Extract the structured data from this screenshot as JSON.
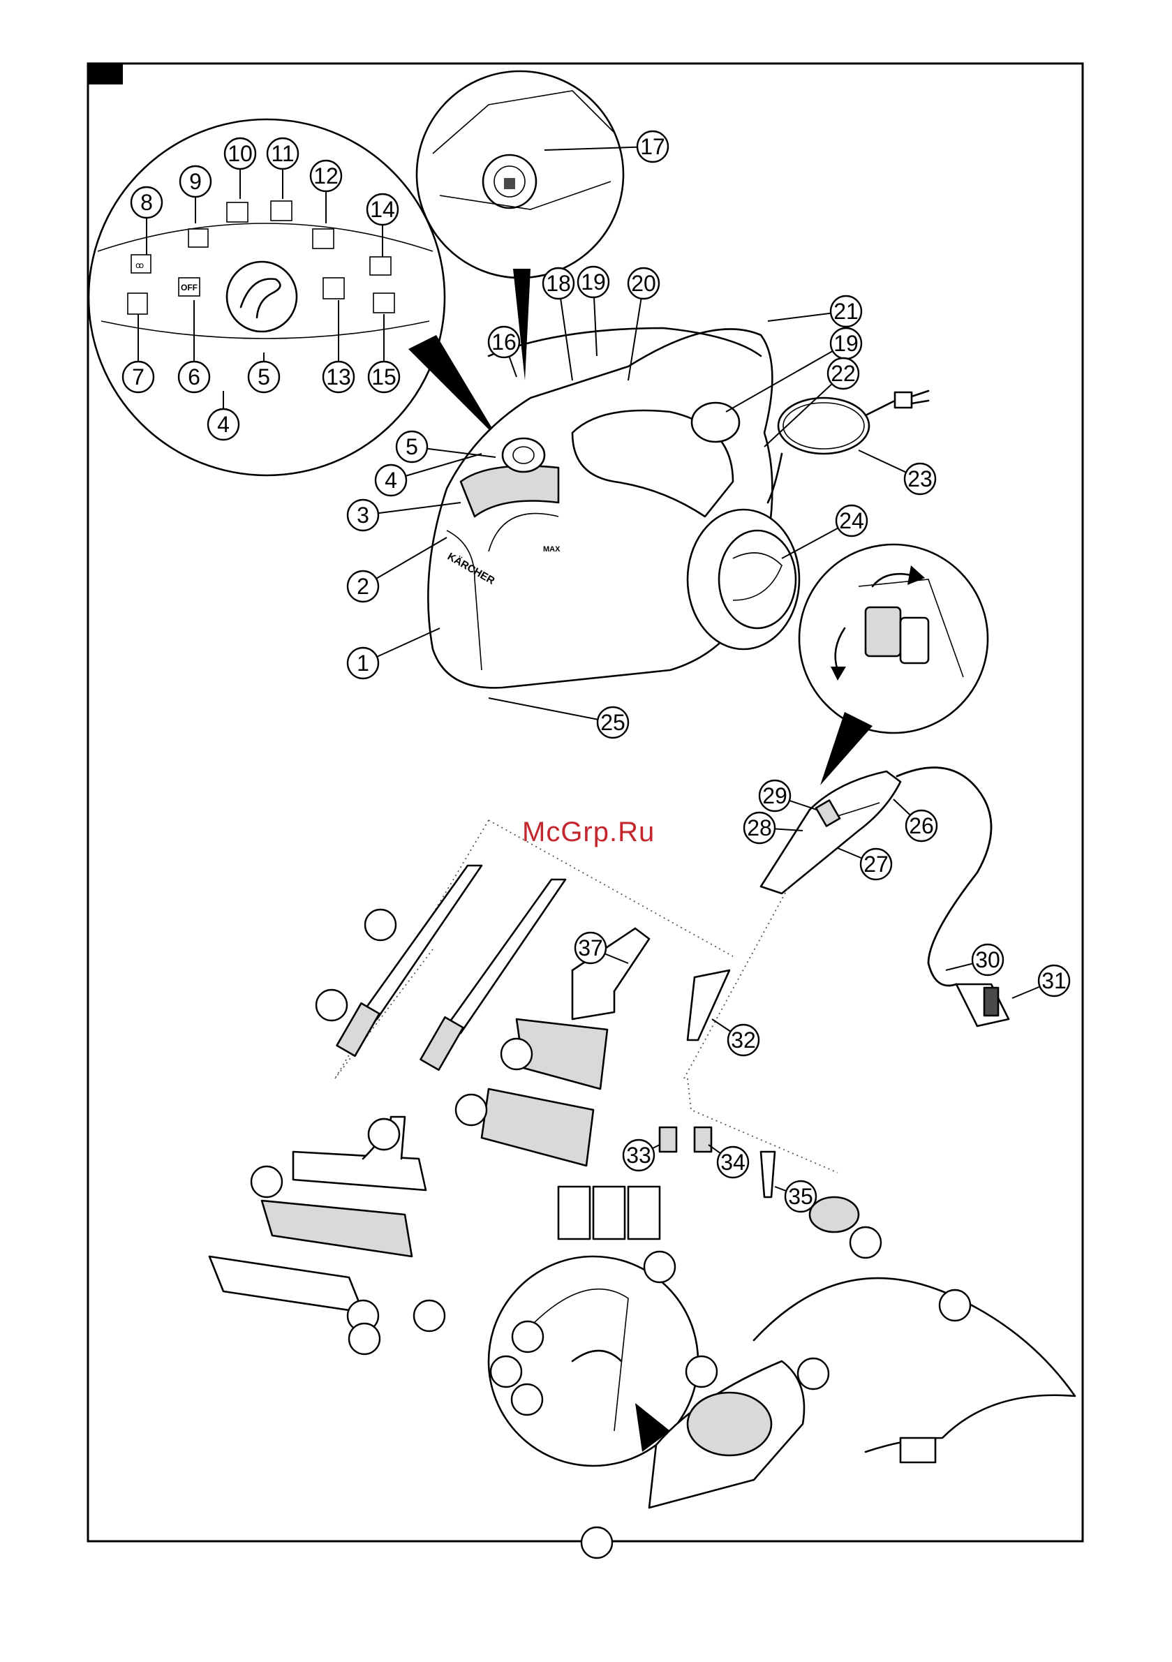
{
  "watermark": "McGrp.Ru",
  "colors": {
    "line": "#000000",
    "watermark": "#c4262e",
    "shade": "#d9d9d9"
  },
  "callouts": [
    {
      "id": "1",
      "label": "1"
    },
    {
      "id": "2",
      "label": "2"
    },
    {
      "id": "3",
      "label": "3"
    },
    {
      "id": "4",
      "label": "4"
    },
    {
      "id": "4b",
      "label": "4"
    },
    {
      "id": "5",
      "label": "5"
    },
    {
      "id": "5b",
      "label": "5"
    },
    {
      "id": "6",
      "label": "6"
    },
    {
      "id": "7",
      "label": "7"
    },
    {
      "id": "8",
      "label": "8"
    },
    {
      "id": "9",
      "label": "9"
    },
    {
      "id": "10",
      "label": "10"
    },
    {
      "id": "11",
      "label": "11"
    },
    {
      "id": "12",
      "label": "12"
    },
    {
      "id": "13",
      "label": "13"
    },
    {
      "id": "14",
      "label": "14"
    },
    {
      "id": "15",
      "label": "15"
    },
    {
      "id": "16",
      "label": "16"
    },
    {
      "id": "17",
      "label": "17"
    },
    {
      "id": "18",
      "label": "18"
    },
    {
      "id": "19",
      "label": "19"
    },
    {
      "id": "19b",
      "label": "19"
    },
    {
      "id": "20",
      "label": "20"
    },
    {
      "id": "21",
      "label": "21"
    },
    {
      "id": "22",
      "label": "22"
    },
    {
      "id": "23",
      "label": "23"
    },
    {
      "id": "24",
      "label": "24"
    },
    {
      "id": "25",
      "label": "25"
    },
    {
      "id": "26",
      "label": "26"
    },
    {
      "id": "27",
      "label": "27"
    },
    {
      "id": "28",
      "label": "28"
    },
    {
      "id": "29",
      "label": "29"
    },
    {
      "id": "30",
      "label": "30"
    },
    {
      "id": "31",
      "label": "31"
    },
    {
      "id": "32",
      "label": "32"
    },
    {
      "id": "33",
      "label": "33"
    },
    {
      "id": "34",
      "label": "34"
    },
    {
      "id": "35",
      "label": "35"
    },
    {
      "id": "37",
      "label": "37"
    }
  ],
  "panel_labels": {
    "off": "OFF",
    "max": "MAX",
    "brand": "KÄRCHER"
  },
  "blank_callouts": 16
}
